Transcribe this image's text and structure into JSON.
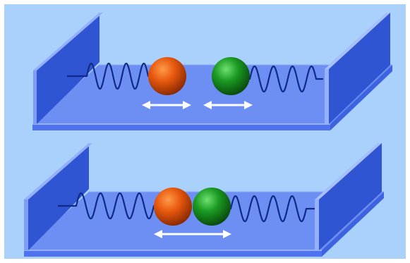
{
  "colors": {
    "background": "#a9d1fb",
    "frame": "#ffffff",
    "tray_floor": "#6d8ff4",
    "tray_floor_edge": "#4a70ea",
    "tray_front": "#4f72ee",
    "tray_front_highlight": "#8aa6fa",
    "wall_face": "#2f55d2",
    "wall_top": "#7f9cf7",
    "wall_edge": "#94b0ff",
    "spring": "#102a86",
    "arrow": "#ffffff",
    "ball_orange": "#e8590e",
    "ball_orange_dark": "#8a2a02",
    "ball_green": "#1a9a22",
    "ball_green_dark": "#0a4a0c"
  },
  "panels": [
    {
      "name": "separated",
      "balls": [
        "orange",
        "green"
      ],
      "arrows": [
        "left-ball-double-arrow",
        "right-ball-double-arrow"
      ]
    },
    {
      "name": "touching",
      "balls": [
        "orange",
        "green"
      ],
      "arrows": [
        "combined-double-arrow"
      ]
    }
  ]
}
